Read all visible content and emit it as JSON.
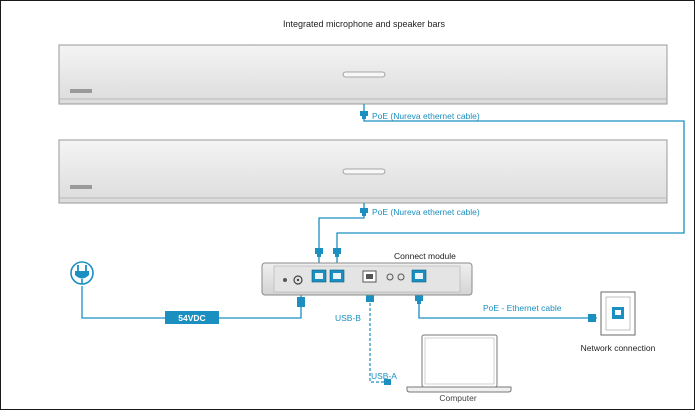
{
  "title": "Integrated microphone and speaker bars",
  "cables": {
    "poe_top": "PoE (Nureva ethernet cable)",
    "poe_bottom": "PoE (Nureva ethernet cable)",
    "power": "54VDC",
    "usb_b": "USB-B",
    "usb_a": "USB-A",
    "ethernet": "PoE - Ethernet cable"
  },
  "devices": {
    "connect_module": "Connect module",
    "network": "Network connection",
    "computer": "Computer"
  },
  "colors": {
    "cable": "#1a8fc0",
    "power_badge": "#1a8fc0",
    "device_body": "#e8e8e8",
    "device_edge": "#8a8a8a"
  },
  "icons": [
    "power-plug-icon",
    "ethernet-jack-icon",
    "usb-connector-icon",
    "laptop-icon",
    "wall-outlet-icon"
  ]
}
